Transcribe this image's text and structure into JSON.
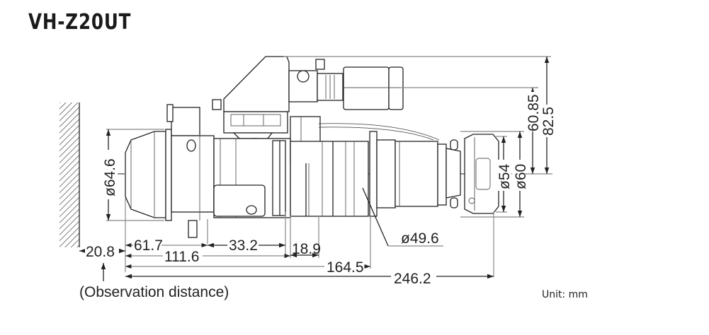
{
  "title": "VH-Z20UT",
  "dimensions": {
    "front_diameter": "ø64.6",
    "observation_distance": "20.8",
    "d_61_7": "61.7",
    "d_111_6": "111.6",
    "d_33_2": "33.2",
    "d_18_9": "18.9",
    "d_164_5": "164.5",
    "d_246_2": "246.2",
    "ring_diameter": "ø49.6",
    "mount_diameter_54": "ø54",
    "mount_diameter_60": "ø60",
    "height_60_85": "60.85",
    "height_82_5": "82.5"
  },
  "labels": {
    "observation": "(Observation distance)",
    "unit": "Unit: mm"
  }
}
